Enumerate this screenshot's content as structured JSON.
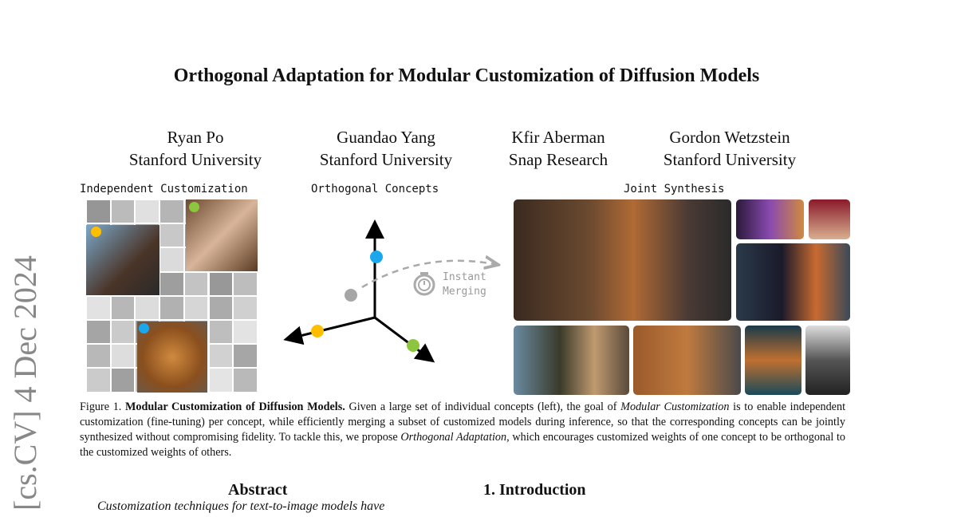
{
  "title": "Orthogonal Adaptation for Modular Customization of Diffusion Models",
  "authors": [
    {
      "name": "Ryan Po",
      "affiliation": "Stanford University"
    },
    {
      "name": "Guandao Yang",
      "affiliation": "Stanford University"
    },
    {
      "name": "Kfir Aberman",
      "affiliation": "Snap Research"
    },
    {
      "name": "Gordon Wetzstein",
      "affiliation": "Stanford University"
    }
  ],
  "figure": {
    "panel_left": "Independent Customization",
    "panel_middle": "Orthogonal Concepts",
    "panel_right": "Joint Synthesis",
    "merge_label_1": "Instant",
    "merge_label_2": "Merging",
    "colors": {
      "blue": "#1aa7ec",
      "yellow": "#ffbf00",
      "green": "#8cc63f",
      "gray": "#a6a6a6"
    }
  },
  "caption": {
    "prefix": "Figure 1. ",
    "bold": "Modular Customization of Diffusion Models.",
    "t1": " Given a large set of individual concepts (left), the goal of ",
    "i1": "Modular Customization",
    "t2": " is to enable independent customization (fine-tuning) per concept, while efficiently merging a subset of customized models during inference, so that the corresponding concepts can be jointly synthesized without compromising fidelity.  To tackle this, we propose ",
    "i2": "Orthogonal Adaptation",
    "t3": ", which encourages customized weights of one concept to be orthogonal to the customized weights of others."
  },
  "abstract": {
    "heading": "Abstract",
    "first_line": "Customization techniques for text-to-image models have"
  },
  "intro": {
    "heading": "1. Introduction"
  },
  "arxiv_stamp": "[cs.CV]  4 Dec 2024"
}
